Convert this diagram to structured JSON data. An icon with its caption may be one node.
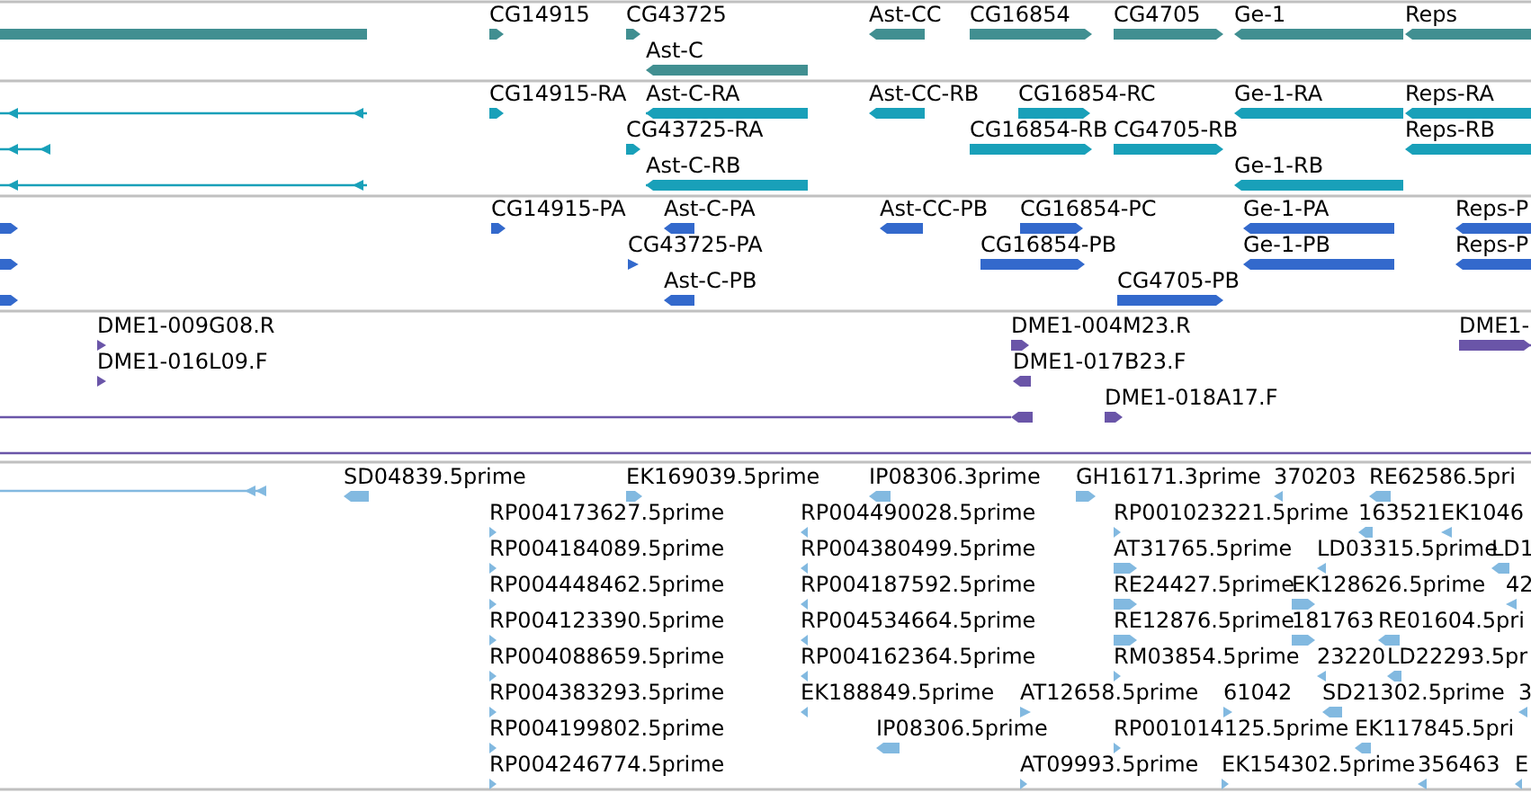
{
  "diagram": {
    "labels": [
      "CG14915",
      "CG43725",
      "Ast-CC",
      "CG16854",
      "CG4705",
      "Ge-1",
      "Reps",
      "Ast-C",
      "CG14915-RA",
      "Ast-C-RA",
      "Ast-CC-RB",
      "CG16854-RC",
      "Ge-1-RA",
      "Reps-RA",
      "CG43725-RA",
      "CG16854-RB",
      "CG4705-RB",
      "Reps-RB",
      "Ast-C-RB",
      "Ge-1-RB",
      "CG14915-PA",
      "Ast-C-PA",
      "Ast-CC-PB",
      "CG16854-PC",
      "Ge-1-PA",
      "Reps-P",
      "CG43725-PA",
      "CG16854-PB",
      "Ge-1-PB",
      "Reps-P",
      "Ast-C-PB",
      "CG4705-PB",
      "DME1-009G08.R",
      "DME1-004M23.R",
      "DME1-",
      "DME1-016L09.F",
      "DME1-017B23.F",
      "DME1-018A17.F",
      "SD04839.5prime",
      "EK169039.5prime",
      "IP08306.3prime",
      "GH16171.3prime",
      "370203",
      "RE62586.5pri",
      "RP004173627.5prime",
      "RP004490028.5prime",
      "RP001023221.5prime",
      "163521",
      "EK1046",
      "RP004184089.5prime",
      "RP004380499.5prime",
      "AT31765.5prime",
      "LD03315.5prime",
      "LD1",
      "RP004448462.5prime",
      "RP004187592.5prime",
      "RE24427.5prime",
      "EK128626.5prime",
      "42",
      "RP004123390.5prime",
      "RP004534664.5prime",
      "RE12876.5prime",
      "181763",
      "RE01604.5pri",
      "RP004088659.5prime",
      "RP004162364.5prime",
      "RM03854.5prime",
      "23220",
      "LD22293.5pr",
      "RP004383293.5prime",
      "EK188849.5prime",
      "AT12658.5prime",
      "61042",
      "SD21302.5prime",
      "3",
      "RP004199802.5prime",
      "IP08306.5prime",
      "RP001014125.5prime",
      "EK117845.5pri",
      "RP004246774.5prime",
      "AT09993.5prime",
      "EK154302.5prime",
      "356463",
      "E"
    ]
  }
}
